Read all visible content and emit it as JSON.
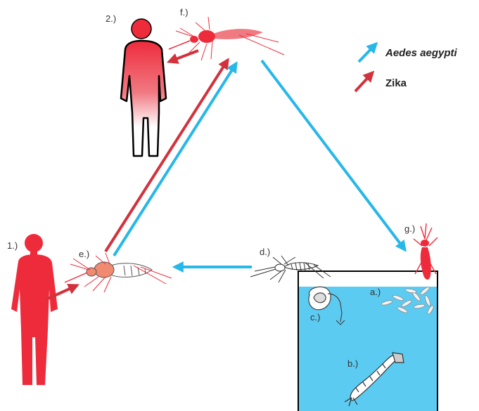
{
  "legend": {
    "aedes_label": "Aedes aegypti",
    "zika_label": "Zika",
    "aedes_color": "#27b7e8",
    "zika_color": "#d2323c"
  },
  "labels": {
    "human_1": "1.)",
    "human_2": "2.)",
    "eggs": "a.)",
    "larva": "b.)",
    "pupa": "c.)",
    "emerging_adult": "d.)",
    "feeding_mosquito_1": "e.)",
    "feeding_mosquito_2": "f.)",
    "ovipositing_mosquito": "g.)"
  },
  "colors": {
    "water": "#5ccbf2",
    "human_red": "#ee2b3b",
    "outline": "#000000"
  }
}
